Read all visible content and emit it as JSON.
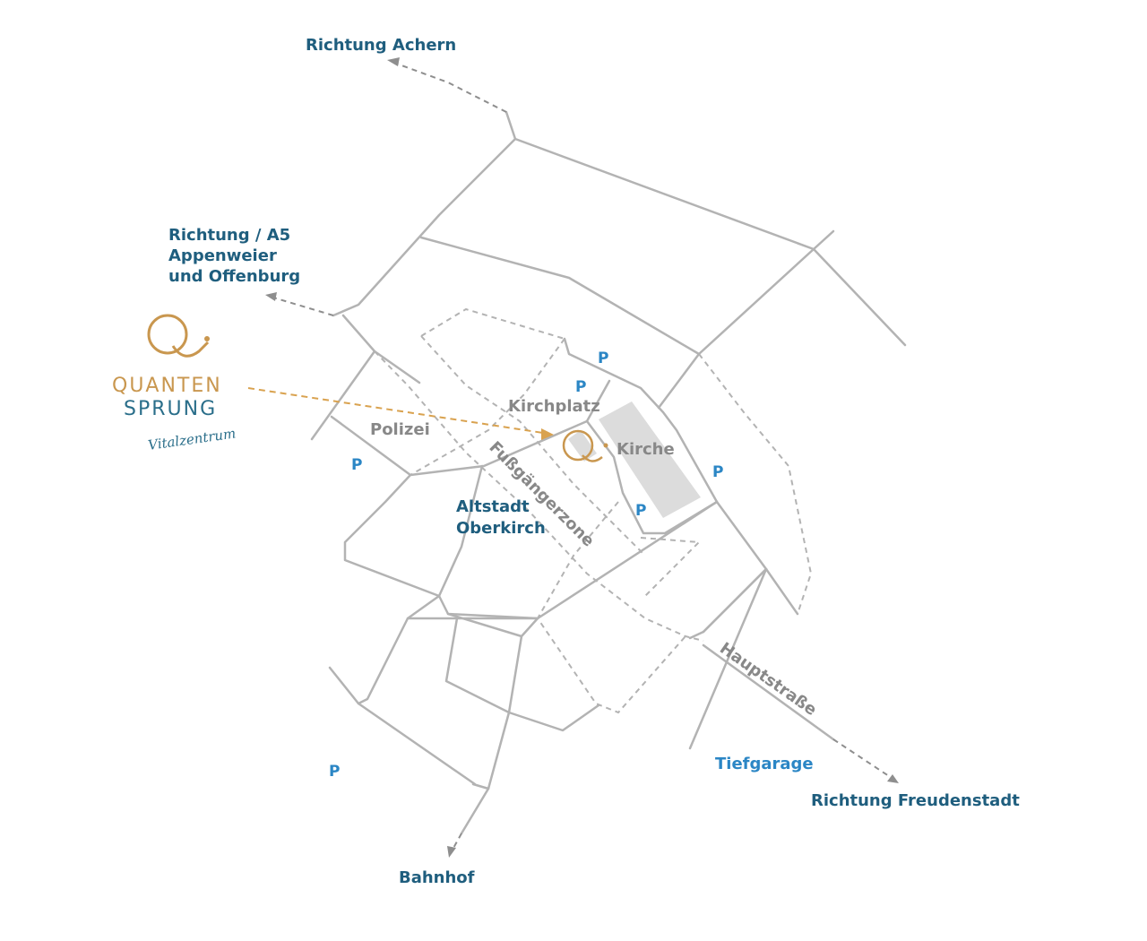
{
  "directions": {
    "achern": "Richtung Achern",
    "a5_line1": "Richtung  / A5",
    "a5_line2": "Appenweier",
    "a5_line3": "und Offenburg",
    "freudenstadt": "Richtung Freudenstadt",
    "bahnhof": "Bahnhof"
  },
  "places": {
    "kirchplatz": "Kirchplatz",
    "kirche": "Kirche",
    "polizei": "Polizei",
    "altstadt_line1": "Altstadt",
    "altstadt_line2": "Oberkirch",
    "tiefgarage": "Tiefgarage"
  },
  "streets": {
    "fussgaengerzone": "Fußgängerzone",
    "hauptstrasse": "Hauptstraße"
  },
  "parking_label": "P",
  "logo": {
    "line1": "QUANTEN",
    "line2": "SPRUNG",
    "tagline": "Vitalzentrum"
  },
  "colors": {
    "road": "#b3b3b3",
    "direction_text": "#1f5e7e",
    "parking": "#2b86c5",
    "gold": "#c9974f",
    "teal": "#2a6e8a",
    "church": "#dcdcdc"
  }
}
